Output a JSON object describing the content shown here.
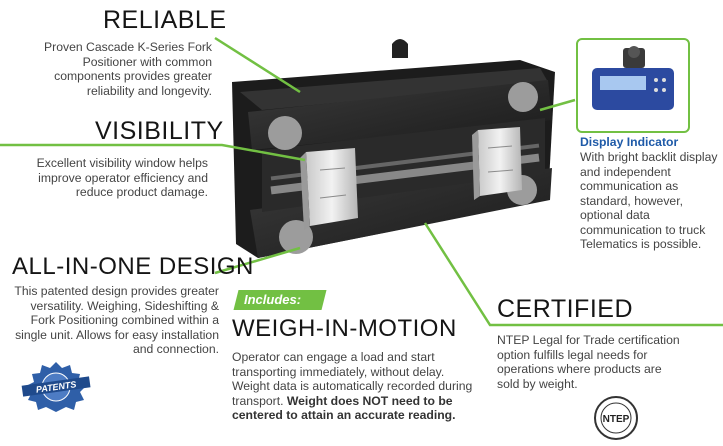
{
  "reliable": {
    "heading": "RELIABLE",
    "text": "Proven Cascade K-Series Fork Positioner with common components provides greater reliability and longevity."
  },
  "visibility": {
    "heading": "VISIBILITY",
    "text": "Excellent visibility window helps improve operator efficiency and reduce product damage."
  },
  "all_in_one": {
    "heading": "ALL-IN-ONE DESIGN",
    "text": "This patented design provides greater versatility. Weighing, Sideshifting & Fork Positioning combined within a single unit. Allows for easy installation and connection."
  },
  "weigh_in_motion": {
    "badge": "Includes:",
    "heading": "WEIGH-IN-MOTION",
    "text": "Operator can engage a load and start transporting immediately, without delay. Weight data is automatically recorded during transport.",
    "emphasis": "Weight does NOT need to be centered to attain an accurate reading."
  },
  "certified": {
    "heading": "CERTIFIED",
    "text": "NTEP Legal for Trade certification option fulfills legal needs for operations where products are sold by weight."
  },
  "display_indicator": {
    "title": "Display Indicator",
    "text": "With bright backlit display and independent communication as standard, however, optional data communication to truck Telematics is possible."
  },
  "seals": {
    "patents": "PATENTS",
    "ntep": "NTEP"
  },
  "colors": {
    "accent_green": "#72c043",
    "display_title_blue": "#1e5aa8",
    "heading_dark": "#151515"
  }
}
